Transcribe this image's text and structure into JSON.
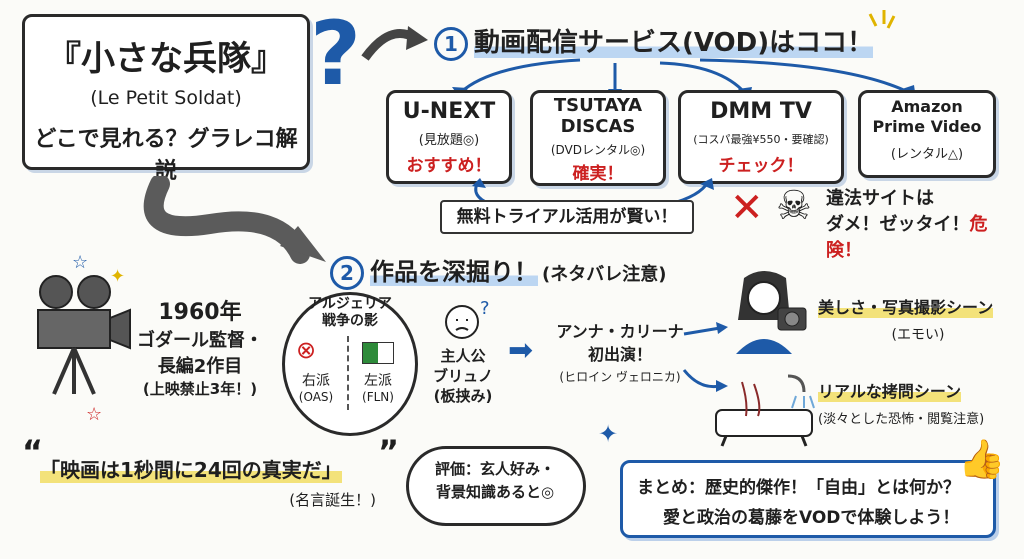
{
  "title": {
    "main": "『小さな兵隊』",
    "sub": "(Le Petit Soldat)",
    "tagline": "どこで見れる？グラレコ解説"
  },
  "section1": {
    "num": "1",
    "heading": "動画配信サービス(VOD)はココ！"
  },
  "services": [
    {
      "name": "U-NEXT",
      "note": "(見放題◎)",
      "tag": "おすすめ！"
    },
    {
      "name": "TSUTAYA DISCAS",
      "note": "(DVDレンタル◎)",
      "tag": "確実！"
    },
    {
      "name": "DMM TV",
      "note": "(コスパ最強¥550・要確認)",
      "tag": "チェック！"
    },
    {
      "name": "Amazon Prime Video",
      "note": "(レンタル△)",
      "tag": ""
    }
  ],
  "trial_banner": "無料トライアル活用が賢い！",
  "warning": {
    "line1": "違法サイトは",
    "line2a": "ダメ！ゼッタイ！",
    "line2b": "危険！"
  },
  "section2": {
    "num": "2",
    "heading": "作品を深掘り！",
    "paren": "(ネタバレ注意)"
  },
  "year_block": {
    "year": "1960年",
    "line1": "ゴダール監督・",
    "line2": "長編2作目",
    "line3": "(上映禁止3年！)"
  },
  "war": {
    "title1": "アルジェリア",
    "title2": "戦争の影",
    "right_label": "右派",
    "right_org": "(OAS)",
    "left_label": "左派",
    "left_org": "(FLN)"
  },
  "protagonist": {
    "line1": "主人公",
    "line2": "ブリュノ",
    "line3": "(板挟み)"
  },
  "anna": {
    "line1": "アンナ・カリーナ",
    "line2": "初出演！",
    "line3": "(ヒロイン ヴェロニカ)"
  },
  "photo_scene": {
    "title": "美しさ・写真撮影シーン",
    "sub": "(エモい)"
  },
  "torture_scene": {
    "title": "リアルな拷問シーン",
    "sub": "(淡々とした恐怖・閲覧注意)"
  },
  "quote": {
    "text": "「映画は1秒間に24回の真実だ」",
    "sub": "(名言誕生！)"
  },
  "evaluation": {
    "line1": "評価：玄人好み・",
    "line2": "背景知識あると◎"
  },
  "summary": {
    "line1": "まとめ：歴史的傑作！「自由」とは何か？",
    "line2": "愛と政治の葛藤をVODで体験しよう！"
  },
  "colors": {
    "accent_blue": "#1e5aa8",
    "alert_red": "#cc2020",
    "highlight_yellow": "#f3e27a"
  }
}
